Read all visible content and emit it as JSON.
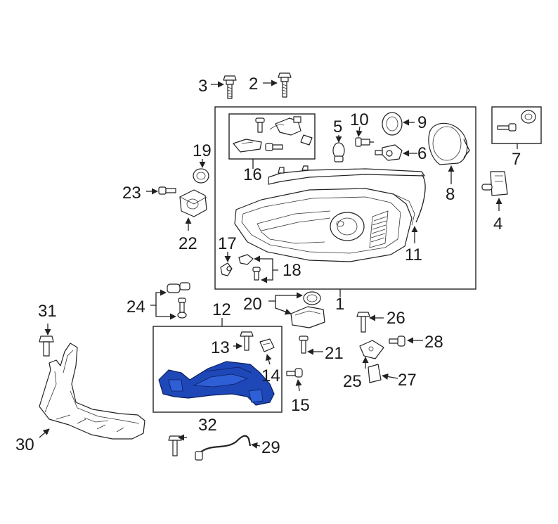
{
  "callouts": {
    "c1": "1",
    "c2": "2",
    "c3": "3",
    "c4": "4",
    "c5": "5",
    "c6": "6",
    "c7": "7",
    "c8": "8",
    "c9": "9",
    "c10": "10",
    "c11": "11",
    "c12": "12",
    "c13": "13",
    "c14": "14",
    "c15": "15",
    "c16": "16",
    "c17": "17",
    "c18": "18",
    "c19": "19",
    "c20": "20",
    "c21": "21",
    "c22": "22",
    "c23": "23",
    "c24": "24",
    "c25": "25",
    "c26": "26",
    "c27": "27",
    "c28": "28",
    "c29": "29",
    "c30": "30",
    "c31": "31",
    "c32": "32"
  },
  "colors": {
    "highlight": "#1e47b8",
    "line": "#222222",
    "background": "#ffffff"
  }
}
